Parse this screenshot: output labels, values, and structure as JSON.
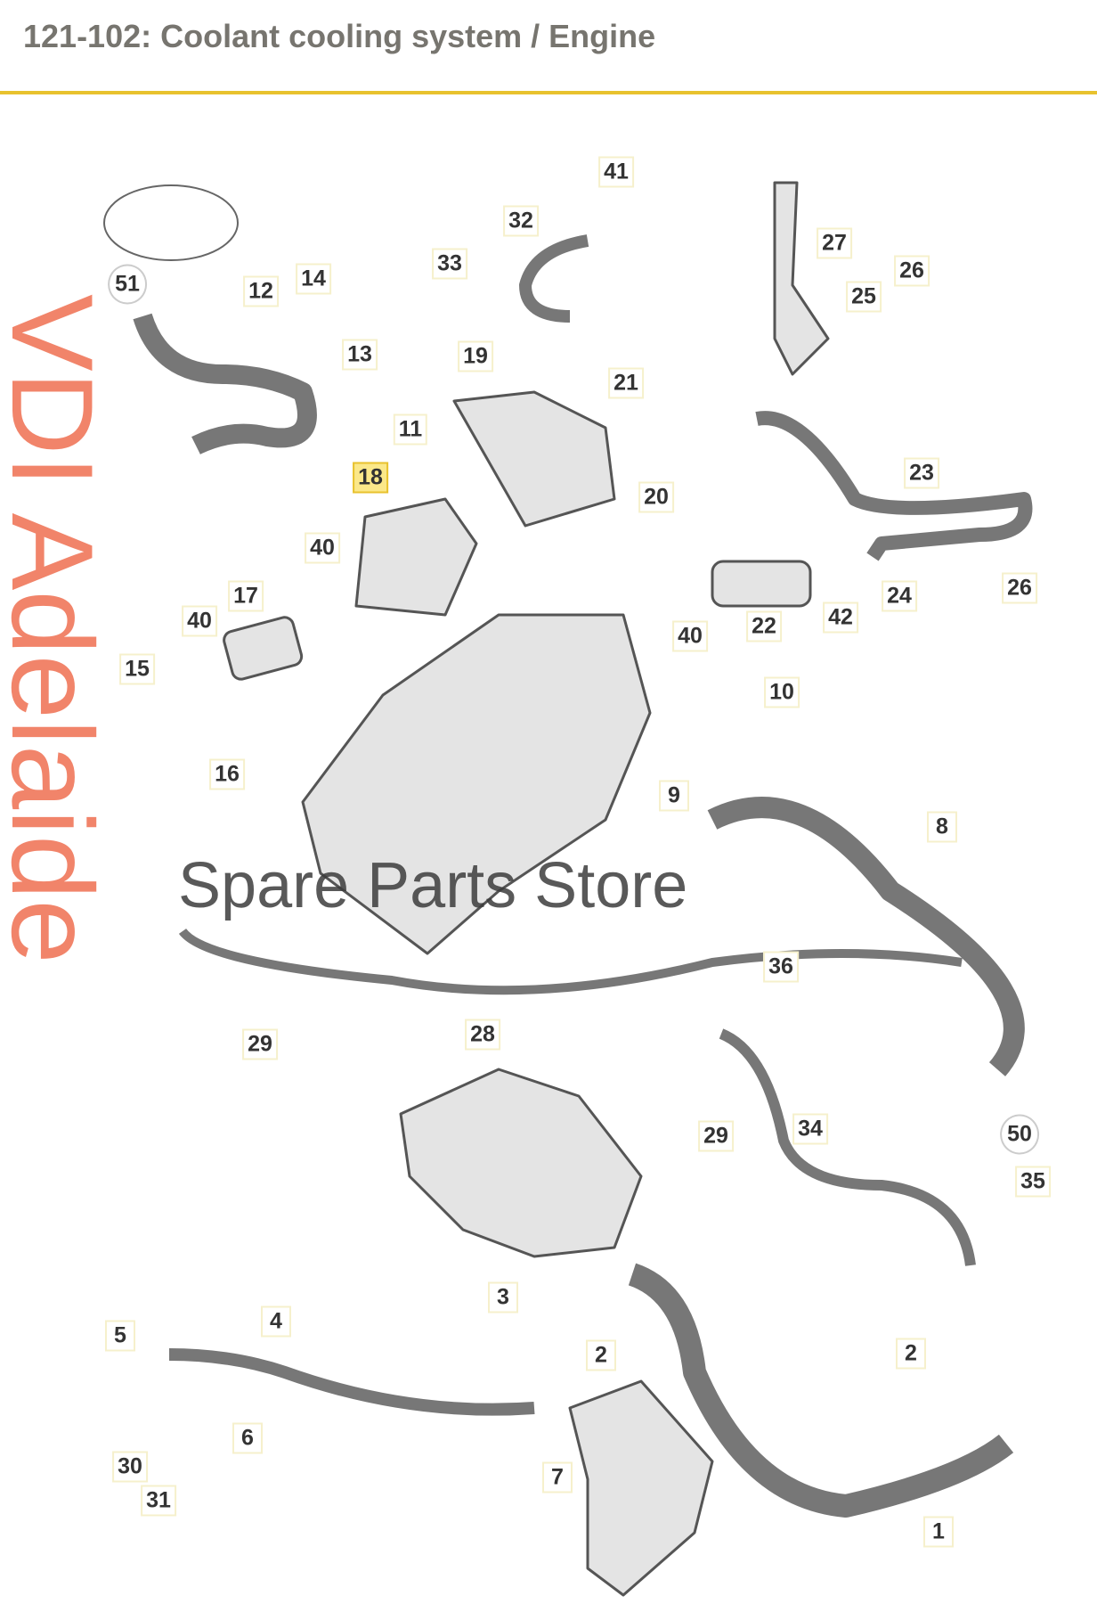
{
  "header": {
    "title": "121-102: Coolant cooling system / Engine"
  },
  "highlight_color": "#e8c22e",
  "callouts": [
    "51",
    "12",
    "14",
    "13",
    "11",
    "33",
    "32",
    "41",
    "19",
    "21",
    "20",
    "18",
    "27",
    "25",
    "26",
    "23",
    "40",
    "17",
    "40",
    "15",
    "16",
    "22",
    "42",
    "40",
    "24",
    "26",
    "10",
    "9",
    "8",
    "36",
    "28",
    "29",
    "29",
    "34",
    "50",
    "35",
    "3",
    "5",
    "4",
    "2",
    "2",
    "6",
    "30",
    "31",
    "7",
    "1"
  ],
  "selected_part": "18",
  "watermark": {
    "line1": "VDI Adelaide",
    "line2": "Spare Parts Store"
  }
}
